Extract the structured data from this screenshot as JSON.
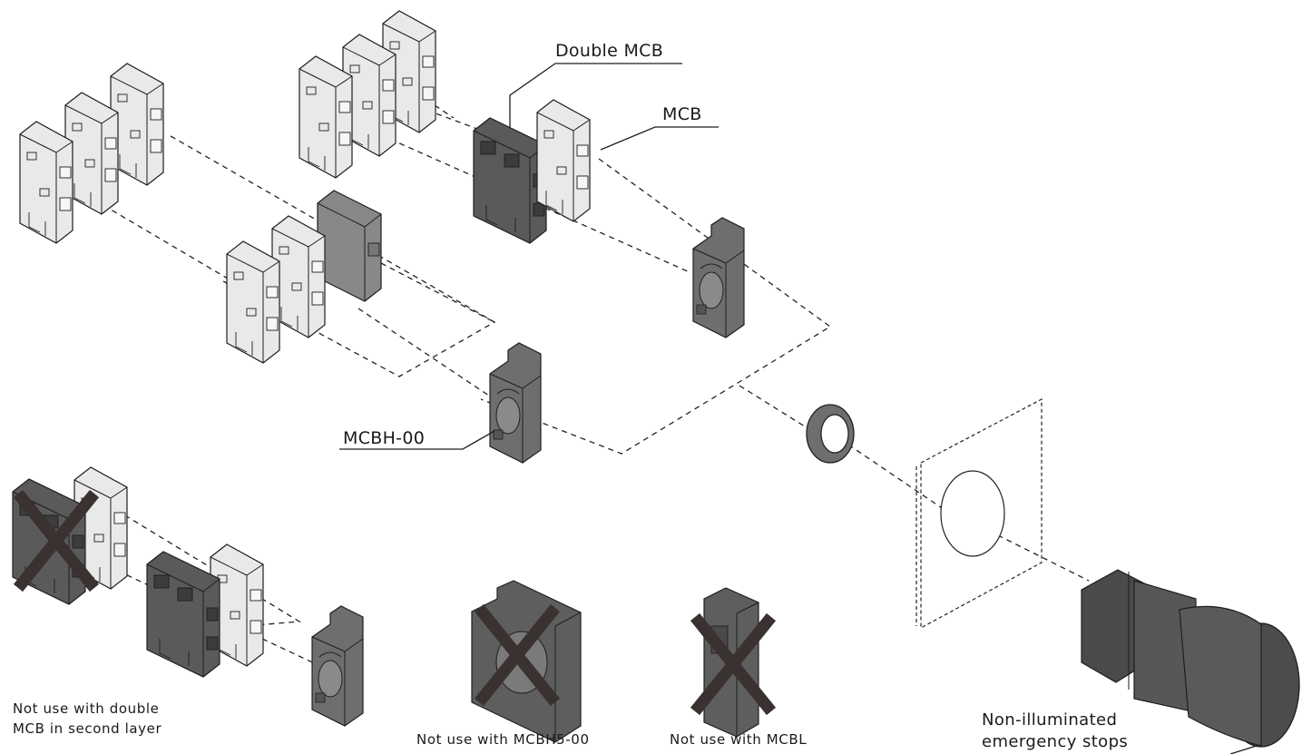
{
  "labels": {
    "double_mcb": "Double MCB",
    "mcb": "MCB",
    "mcbh": "MCBH-00",
    "not_double_line1": "Not use with double",
    "not_double_line2": "MCB in second layer",
    "not_mcbh5": "Not use with MCBH5-00",
    "not_mcbl": "Not use with MCBL",
    "emergency_line1": "Non-illuminated",
    "emergency_line2": "emergency stops"
  },
  "colors": {
    "light_block": "#e9e9e9",
    "dark_block": "#5a5a5a",
    "mid_block": "#888888",
    "outline": "#1e1e1e",
    "cross": "#3a3230",
    "dash": "#222222"
  },
  "icons": {
    "forbidden": "x-cross-icon"
  }
}
